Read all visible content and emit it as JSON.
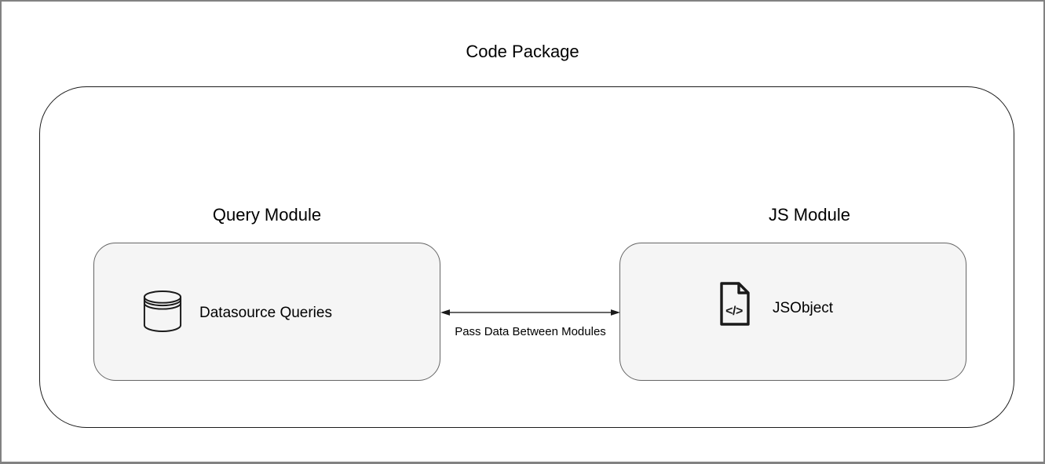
{
  "diagram": {
    "title": "Code Package",
    "package": {
      "name": "Code Package container"
    },
    "modules": [
      {
        "id": "query-module",
        "heading": "Query Module",
        "label": "Datasource Queries",
        "icon": "database-icon"
      },
      {
        "id": "js-module",
        "heading": "JS Module",
        "label": "JSObject",
        "icon": "code-file-icon"
      }
    ],
    "connector": {
      "type": "bidirectional-arrow",
      "label": "Pass Data Between Modules"
    }
  },
  "colors": {
    "background": "#ffffff",
    "frame_border": "#828282",
    "container_stroke": "#1c1c1c",
    "module_fill": "#f5f5f5",
    "module_stroke": "#666666",
    "icon_stroke": "#1a1a1a",
    "arrow": "#333333",
    "text": "#000000"
  }
}
